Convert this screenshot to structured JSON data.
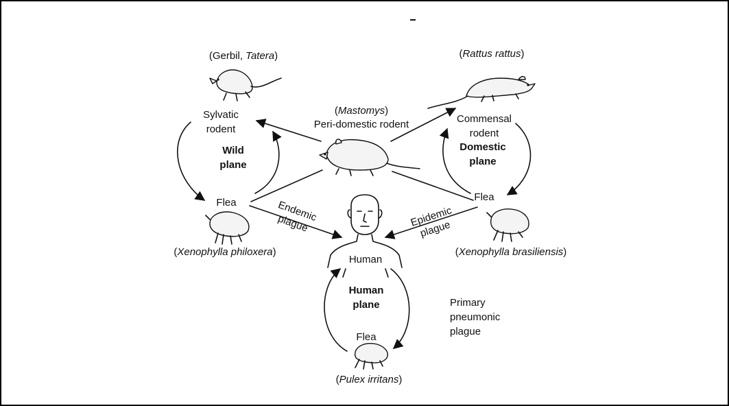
{
  "labels": {
    "gerbil_open": "(Gerbil, ",
    "gerbil_genus": "Tatera",
    "gerbil_close": ")",
    "rattus_open": "(",
    "rattus_species": "Rattus rattus",
    "rattus_close": ")",
    "mastomys_open": "(",
    "mastomys_genus": "Mastomys",
    "mastomys_close": ")",
    "peri_domestic": "Peri-domestic rodent",
    "sylvatic_line1": "Sylvatic",
    "sylvatic_line2": "rodent",
    "wild_line1": "Wild",
    "wild_line2": "plane",
    "commensal_line1": "Commensal",
    "commensal_line2": "rodent",
    "domestic_line1": "Domestic",
    "domestic_line2": "plane",
    "flea_left": "Flea",
    "flea_right": "Flea",
    "flea_bottom": "Flea",
    "endemic_line1": "Endemic",
    "endemic_line2": "plague",
    "epidemic_line1": "Epidemic",
    "epidemic_line2": "plague",
    "xeno_philox_open": "(",
    "xeno_philox": "Xenophylla philoxera",
    "xeno_philox_close": ")",
    "xeno_bras_open": "(",
    "xeno_bras": "Xenophylla brasiliensis",
    "xeno_bras_close": ")",
    "human": "Human",
    "human_plane_line1": "Human",
    "human_plane_line2": "plane",
    "primary_line1": "Primary",
    "primary_line2": "pneumonic",
    "primary_line3": "plague",
    "pulex_open": "(",
    "pulex": "Pulex irritans",
    "pulex_close": ")"
  }
}
